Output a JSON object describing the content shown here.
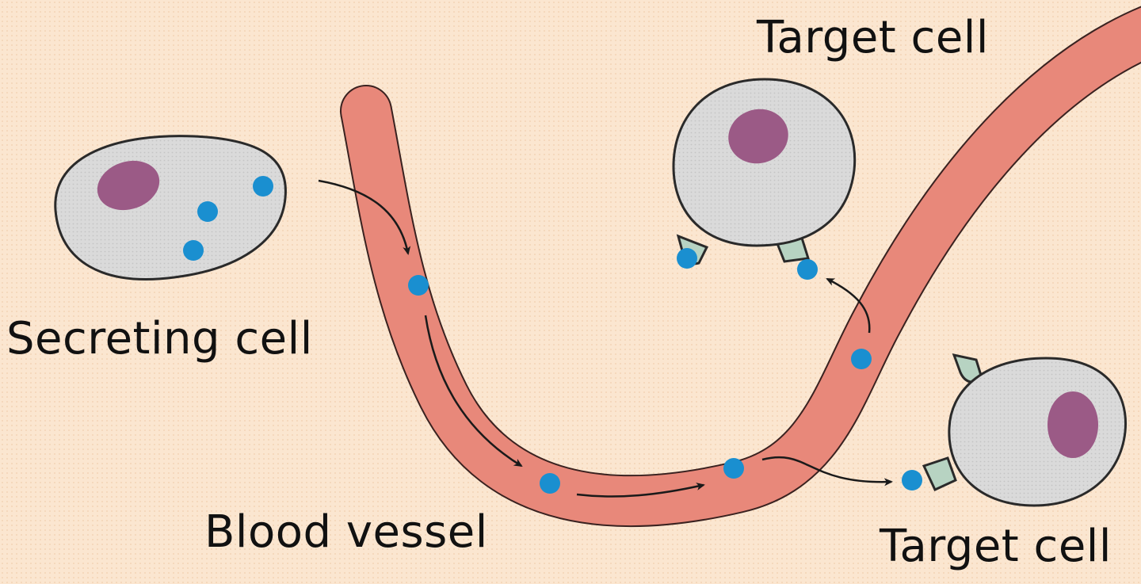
{
  "labels": {
    "secreting_cell": "Secreting cell",
    "blood_vessel": "Blood vessel",
    "target_cell_top": "Target cell",
    "target_cell_bottom": "Target cell"
  },
  "colors": {
    "background": "#fbe6d0",
    "vessel_fill": "#e8887a",
    "vessel_stroke": "#3a2220",
    "cell_fill": "#d9d9d9",
    "cell_stroke": "#2a2a2a",
    "nucleus": "#9b5a86",
    "hormone": "#1a8fd0",
    "receptor": "#b7d3c2",
    "arrow": "#1a1a1a"
  }
}
